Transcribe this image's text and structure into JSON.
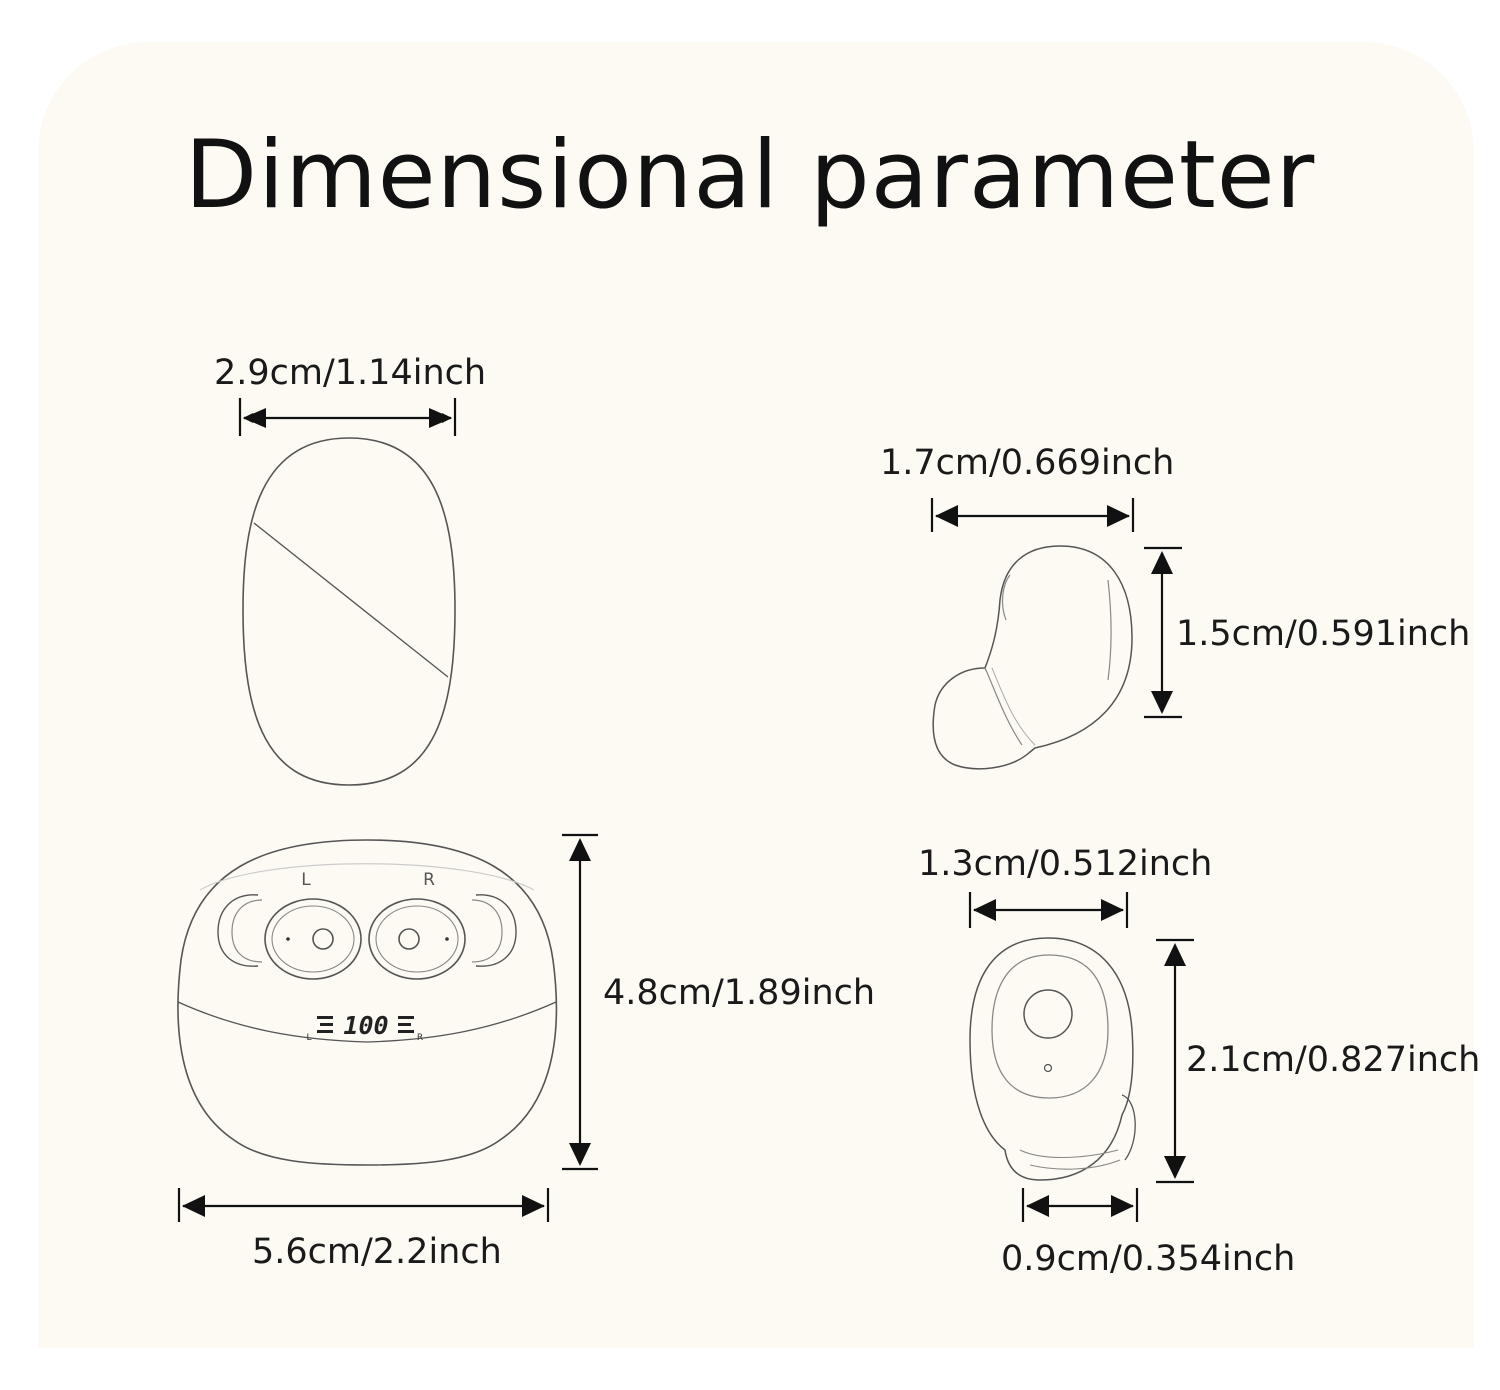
{
  "title": "Dimensional parameter",
  "case": {
    "top_width": "2.9cm/1.14inch",
    "height": "4.8cm/1.89inch",
    "width": "5.6cm/2.2inch",
    "left_mark": "L",
    "right_mark": "R",
    "display_value": "100",
    "display_left": "L",
    "display_right": "R"
  },
  "earbud_side": {
    "width": "1.7cm/0.669inch",
    "height": "1.5cm/0.591inch"
  },
  "earbud_front": {
    "width": "1.3cm/0.512inch",
    "height": "2.1cm/0.827inch",
    "tip_width": "0.9cm/0.354inch"
  }
}
